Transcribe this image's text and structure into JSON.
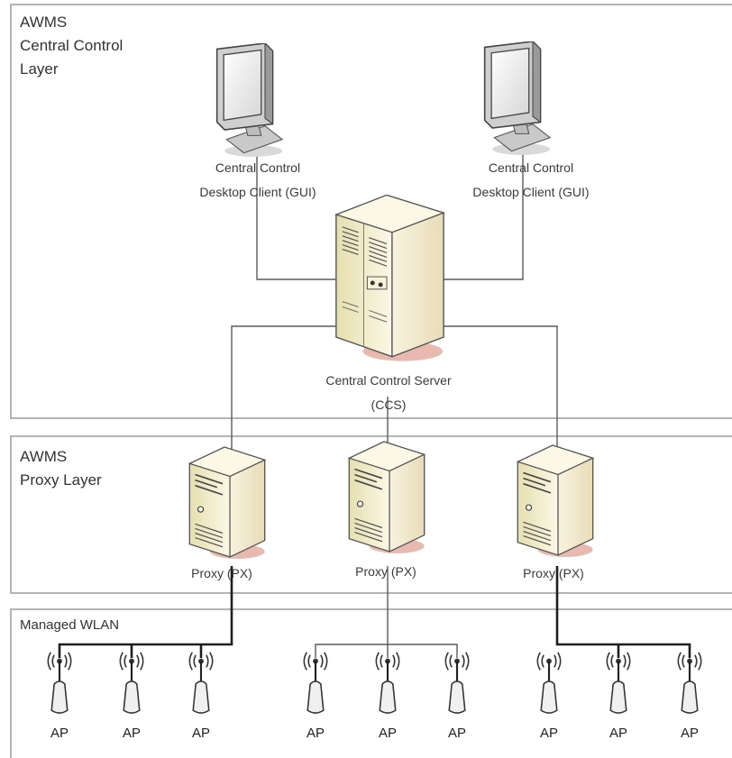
{
  "layers": {
    "central": {
      "title_line1": "AWMS",
      "title_line2": "Central Control",
      "title_line3": "Layer"
    },
    "proxy": {
      "title_line1": "AWMS",
      "title_line2": "Proxy Layer"
    },
    "wlan": {
      "title": "Managed WLAN"
    }
  },
  "clients": [
    {
      "line1": "Central Control",
      "line2": "Desktop Client (GUI)"
    },
    {
      "line1": "Central Control",
      "line2": "Desktop Client (GUI)"
    }
  ],
  "server": {
    "line1": "Central Control Server",
    "line2": "(CCS)"
  },
  "proxies": [
    {
      "label": "Proxy (PX)"
    },
    {
      "label": "Proxy (PX)"
    },
    {
      "label": "Proxy (PX)"
    }
  ],
  "access_points": [
    "AP",
    "AP",
    "AP",
    "AP",
    "AP",
    "AP",
    "AP",
    "AP",
    "AP"
  ],
  "icons": {
    "monitor": "monitor-icon",
    "server": "server-icon",
    "proxy": "proxy-server-icon",
    "ap": "wireless-access-point-icon"
  },
  "colors": {
    "layer_border": "#b4b4b4",
    "device_beige": "#f1ecc6",
    "shadow_pink": "#e8b9ae"
  }
}
